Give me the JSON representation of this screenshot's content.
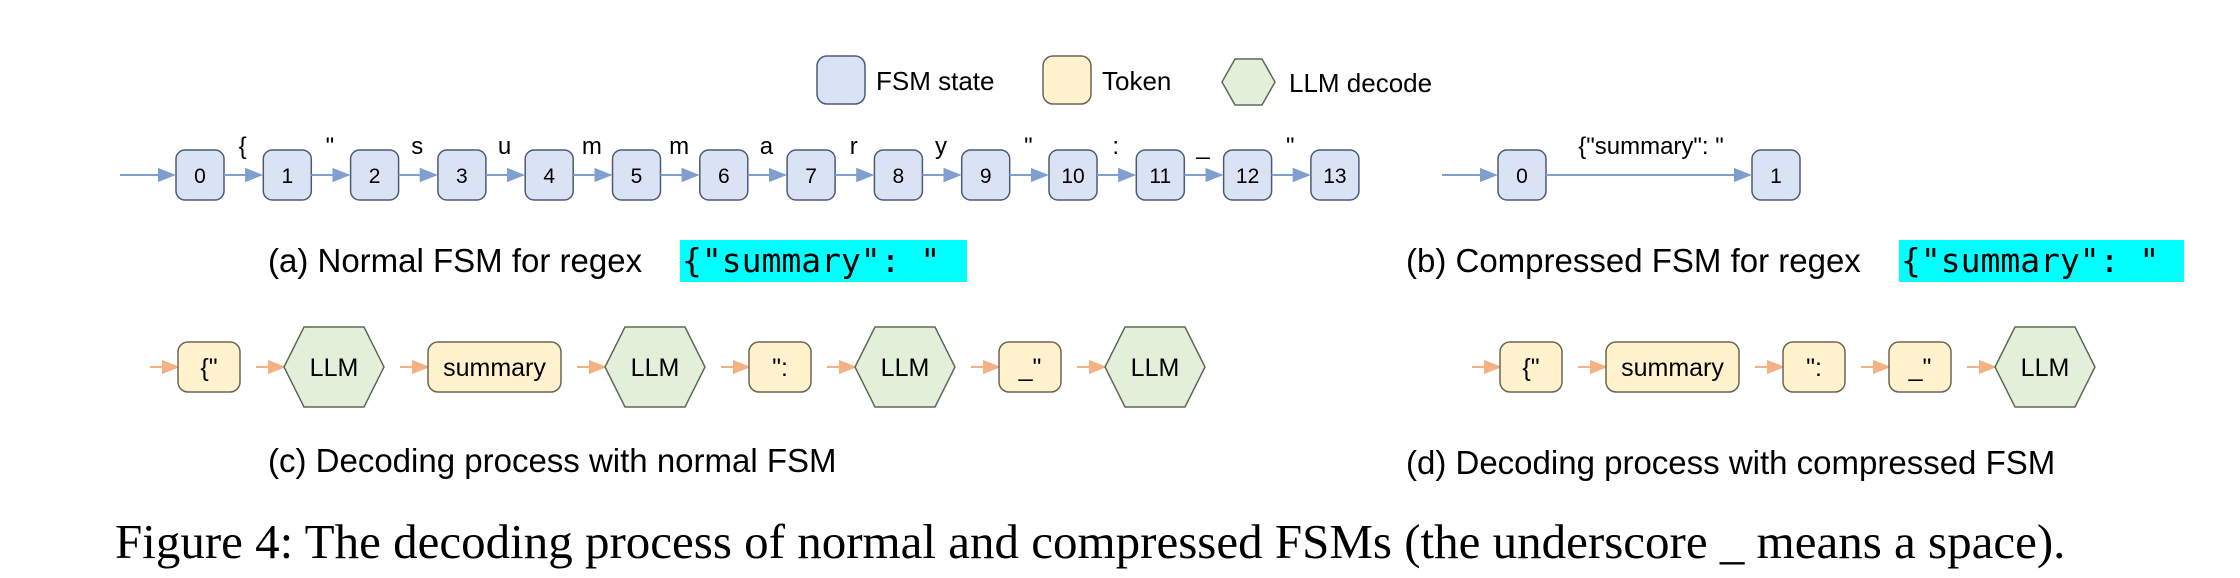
{
  "legend": {
    "state_label": "FSM state",
    "token_label": "Token",
    "decode_label": "LLM decode"
  },
  "panel_a": {
    "caption": "(a) Normal FSM for regex",
    "regex": "{\"summary\": \"",
    "states": [
      "0",
      "1",
      "2",
      "3",
      "4",
      "5",
      "6",
      "7",
      "8",
      "9",
      "10",
      "11",
      "12",
      "13"
    ],
    "transitions": [
      "{",
      "\"",
      "s",
      "u",
      "m",
      "m",
      "a",
      "r",
      "y",
      "\"",
      ":",
      "_",
      "\""
    ]
  },
  "panel_b": {
    "caption": "(b) Compressed FSM for regex",
    "regex": "{\"summary\": \"",
    "states": [
      "0",
      "1"
    ],
    "transition": "{\"summary\": \""
  },
  "panel_c": {
    "caption": "(c) Decoding process with normal FSM",
    "sequence": [
      {
        "kind": "token",
        "label": "{\""
      },
      {
        "kind": "llm",
        "label": "LLM"
      },
      {
        "kind": "token",
        "label": "summary"
      },
      {
        "kind": "llm",
        "label": "LLM"
      },
      {
        "kind": "token",
        "label": "\":"
      },
      {
        "kind": "llm",
        "label": "LLM"
      },
      {
        "kind": "token",
        "label": "_\""
      },
      {
        "kind": "llm",
        "label": "LLM"
      }
    ]
  },
  "panel_d": {
    "caption": "(d) Decoding process with compressed FSM",
    "sequence": [
      {
        "kind": "token",
        "label": "{\""
      },
      {
        "kind": "token",
        "label": "summary"
      },
      {
        "kind": "token",
        "label": "\":"
      },
      {
        "kind": "token",
        "label": "_\""
      },
      {
        "kind": "llm",
        "label": "LLM"
      }
    ]
  },
  "figure_caption": "Figure 4: The decoding process of normal and compressed FSMs (the underscore _ means a space).",
  "colors": {
    "state_fill": "#dae3f3",
    "state_stroke": "#4a5a78",
    "token_fill": "#fff2cc",
    "token_stroke": "#6b6552",
    "llm_fill": "#e2efd9",
    "llm_stroke": "#5b6b55",
    "blue_arrow": "#7f9fcf",
    "orange_arrow": "#f4b183",
    "highlight": "#00ffff"
  }
}
